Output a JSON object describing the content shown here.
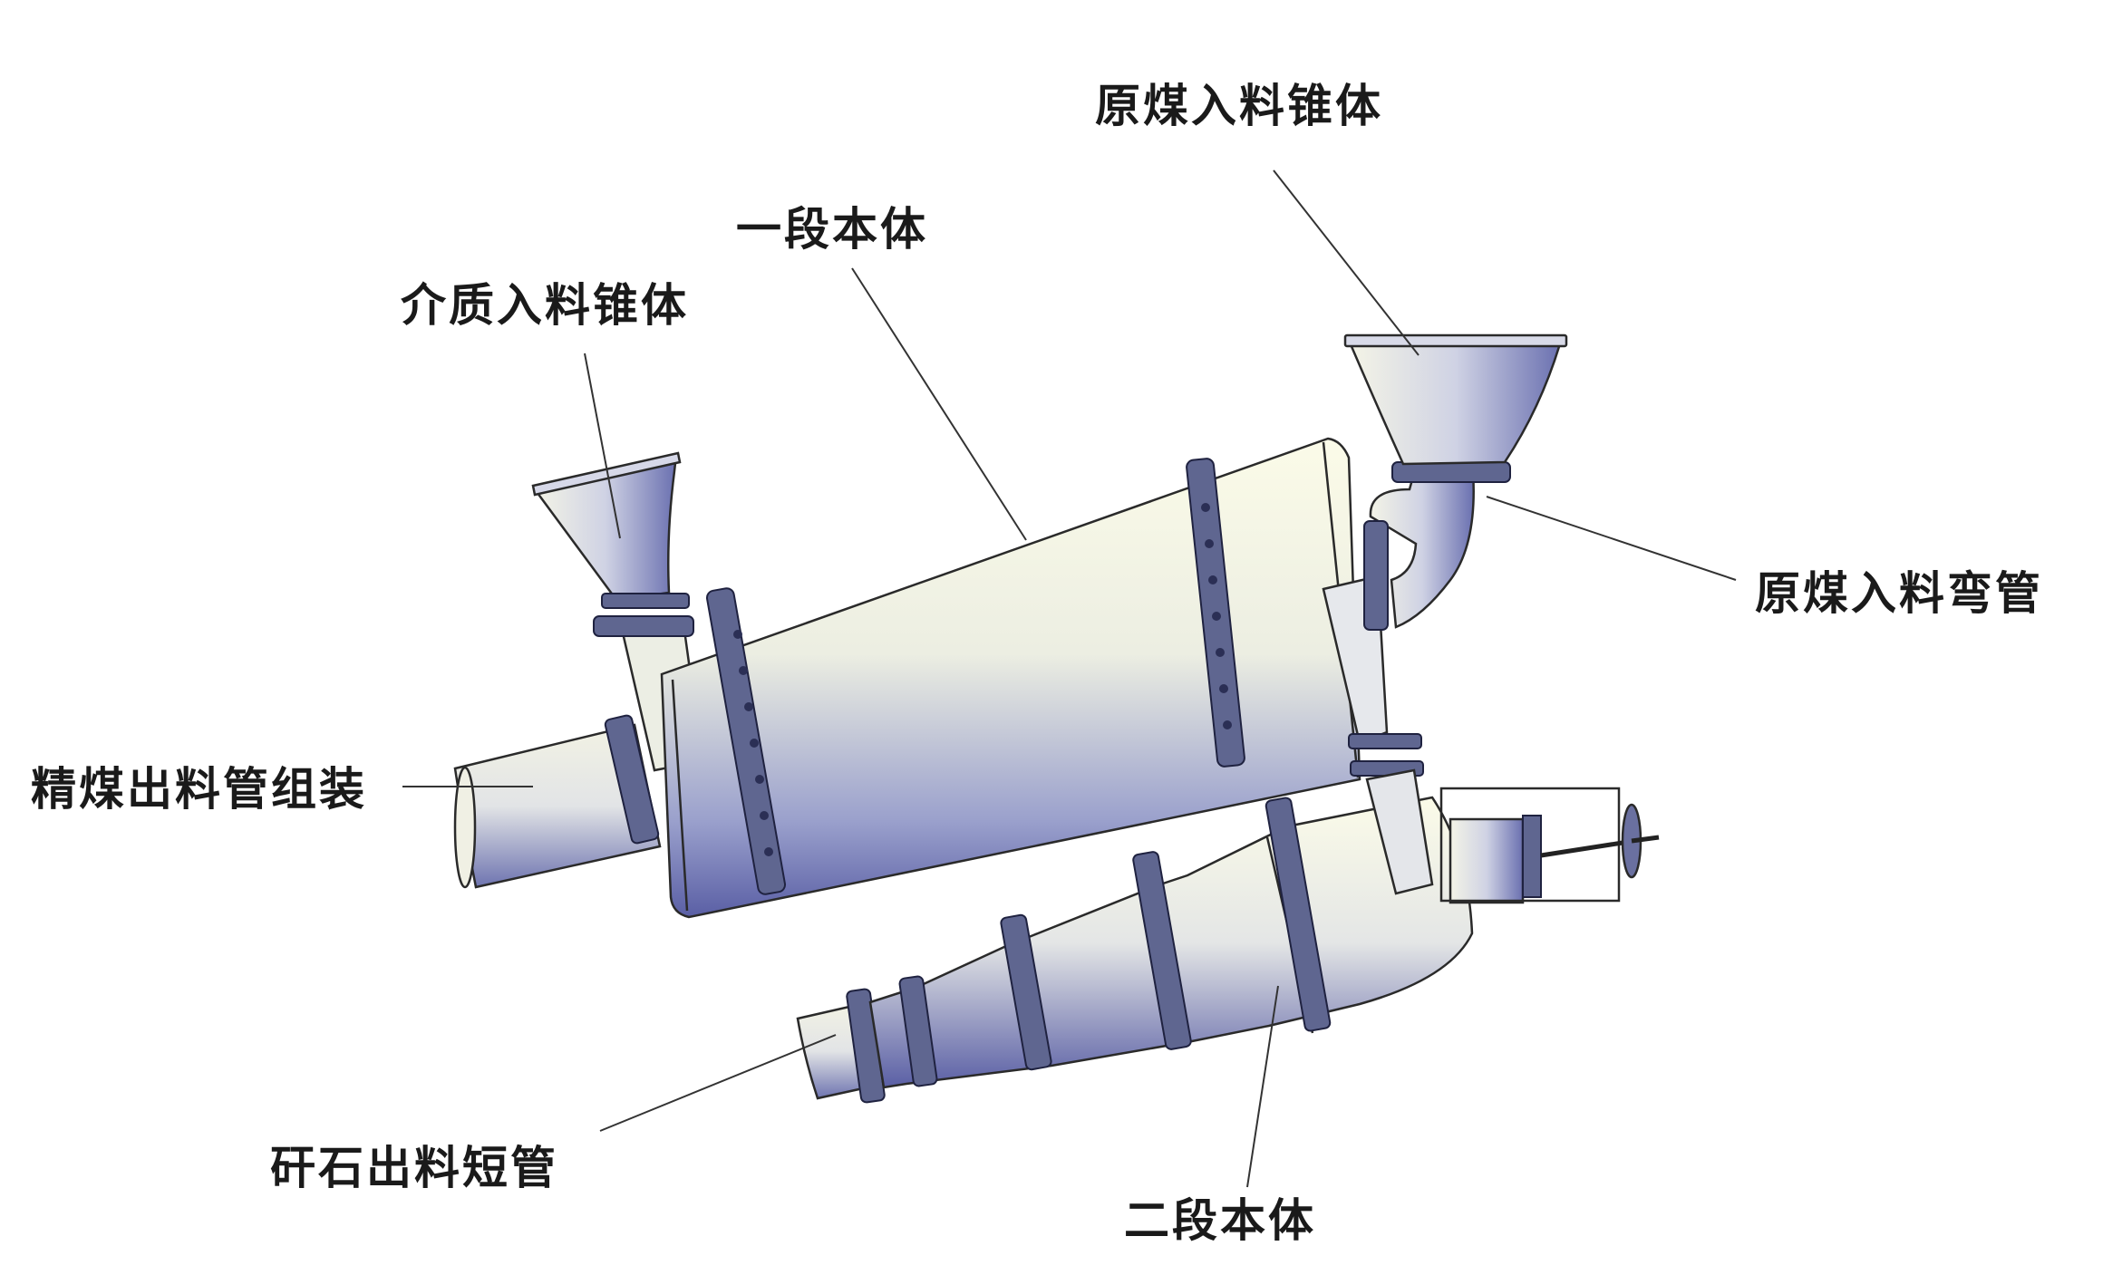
{
  "labels": {
    "raw_coal_feed_cone": "原煤入料锥体",
    "stage_one_body": "一段本体",
    "medium_feed_cone": "介质入料锥体",
    "raw_coal_feed_elbow": "原煤入料弯管",
    "clean_coal_discharge_pipe_assembly": "精煤出料管组装",
    "gangue_discharge_short_pipe": "矸石出料短管",
    "stage_two_body": "二段本体"
  },
  "colors": {
    "body_light": "#fafae6",
    "body_dark": "#5a5fa5",
    "flange": "#5f6690",
    "line": "#2a2a2a"
  }
}
